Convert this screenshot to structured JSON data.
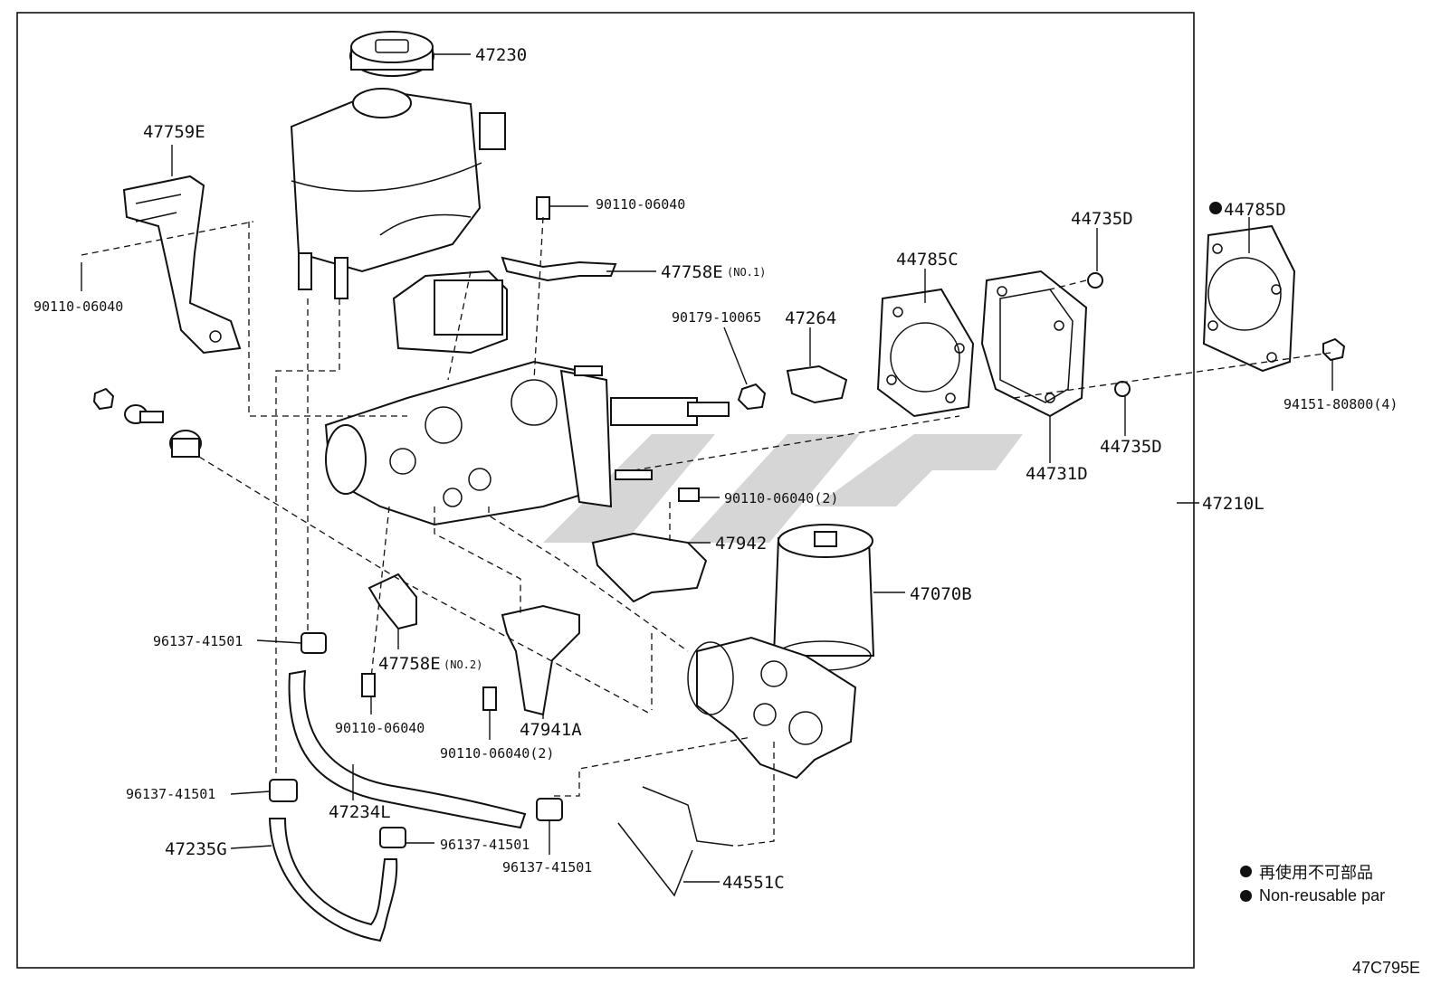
{
  "diagram": {
    "callouts": {
      "p47230": "47230",
      "p47759E": "47759E",
      "p90110_06040_a": "90110-06040",
      "p90110_06040_b": "90110-06040",
      "p47758E_no1": "47758E",
      "p47758E_no1_suffix": "(NO.1)",
      "p44735D_top": "44735D",
      "p44785D": "44785D",
      "p44785C": "44785C",
      "p90179_10065": "90179-10065",
      "p47264": "47264",
      "p94151_80800": "94151-80800(4)",
      "p44735D_bottom": "44735D",
      "p44731D": "44731D",
      "p47210L": "47210L",
      "p90110_06040_2a": "90110-06040(2)",
      "p47942": "47942",
      "p47070B": "47070B",
      "p96137_41501_a": "96137-41501",
      "p47758E_no2": "47758E",
      "p47758E_no2_suffix": "(NO.2)",
      "p90110_06040_c": "90110-06040",
      "p47941A": "47941A",
      "p90110_06040_2b": "90110-06040(2)",
      "p96137_41501_b": "96137-41501",
      "p47234L": "47234L",
      "p47235G": "47235G",
      "p96137_41501_c": "96137-41501",
      "p96137_41501_d": "96137-41501",
      "p44551C": "44551C"
    },
    "legend": {
      "jp": "再使用不可部品",
      "en": "Non-reusable par"
    },
    "figure_code": "47C795E"
  }
}
